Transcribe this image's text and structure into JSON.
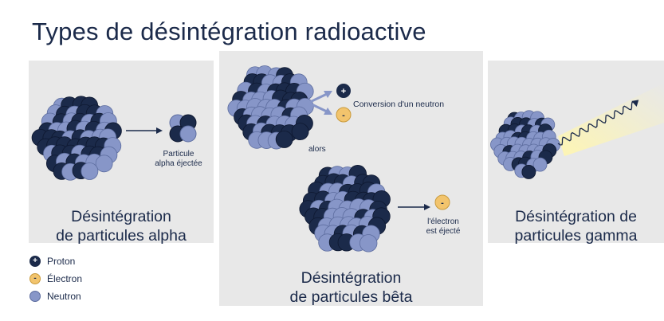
{
  "title": "Types de désintégration radioactive",
  "panels": {
    "alpha": {
      "caption_line1": "Désintégration",
      "caption_line2": "de particules alpha",
      "label_line1": "Particule",
      "label_line2": "alpha éjectée"
    },
    "beta": {
      "conversion_label": "Conversion d'un neutron",
      "then_label": "alors",
      "ejected_line1": "l'électron",
      "ejected_line2": "est éjecté",
      "caption_line1": "Désintégration",
      "caption_line2": "de particules bêta"
    },
    "gamma": {
      "caption_line1": "Désintégration de",
      "caption_line2": "particules gamma"
    }
  },
  "legend": [
    {
      "symbol": "+",
      "label": "Proton",
      "kind": "proton"
    },
    {
      "symbol": "-",
      "label": "Électron",
      "kind": "electron"
    },
    {
      "symbol": "",
      "label": "Neutron",
      "kind": "neutron"
    }
  ],
  "colors": {
    "proton": "#1b2a4a",
    "neutron": "#8796c8",
    "electron": "#f2c46d",
    "panel": "#e8e8e8",
    "text": "#1b2a4a"
  }
}
